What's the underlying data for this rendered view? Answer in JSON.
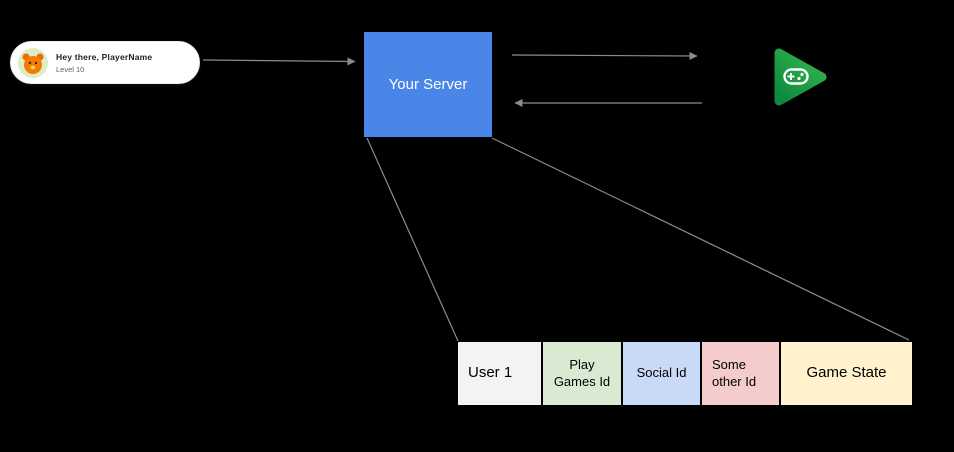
{
  "canvas": {
    "background": "#000000"
  },
  "player_banner": {
    "greeting": "Hey there, PlayerName",
    "level": "Level 10"
  },
  "server": {
    "label": "Your Server",
    "color": "#4a86e8",
    "text_color": "#ffffff"
  },
  "play_games_logo": {
    "name": "google-play-games-logo",
    "green_light": "#34b44a",
    "green_dark": "#0e8a40",
    "glyph_color": "#ffffff"
  },
  "connectors": {
    "color": "#8c8c8c",
    "flows": [
      "player-banner to server",
      "server to play-games",
      "play-games to server",
      "server to table-left",
      "server to table-right"
    ]
  },
  "table": {
    "cells": [
      {
        "label": "User 1",
        "color": "#f3f3f3"
      },
      {
        "label": "Play Games Id",
        "color": "#d9ead3"
      },
      {
        "label": "Social Id",
        "color": "#c9daf8"
      },
      {
        "label": "Some other Id",
        "color": "#f4cccc"
      },
      {
        "label": "Game State",
        "color": "#fff2cc"
      }
    ]
  }
}
